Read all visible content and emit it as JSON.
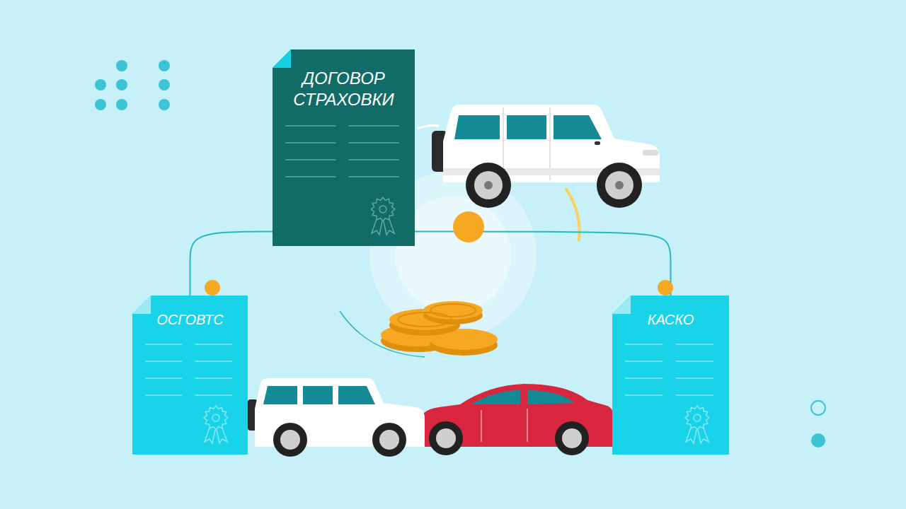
{
  "diagram": {
    "nodes": [
      {
        "text": [
          "ДОГОВОР СТРАХОВКИ"
        ]
      },
      {
        "text": [
          "ОСГОВТС"
        ]
      },
      {
        "text": [
          "КАСКО"
        ]
      }
    ],
    "edges": [
      {
        "from": 0,
        "to": 1,
        "arrow": "none"
      },
      {
        "from": 0,
        "to": 2,
        "arrow": "none"
      }
    ]
  }
}
